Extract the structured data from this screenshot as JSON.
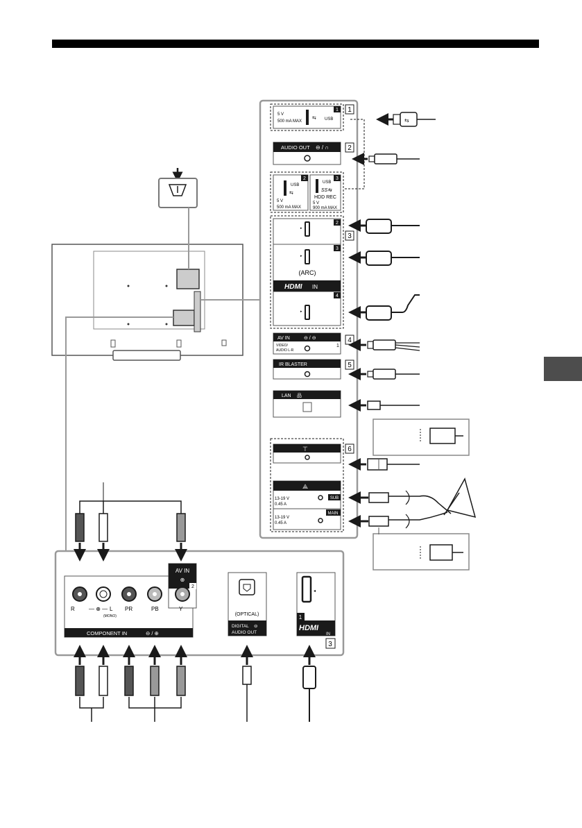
{
  "panel": {
    "usb1": {
      "num": "1",
      "voltage": "5 V",
      "current": "500 mA MAX",
      "name": "USB"
    },
    "audio_out": {
      "label": "AUDIO OUT"
    },
    "usb2": {
      "num": "2",
      "name": "USB",
      "voltage": "5 V",
      "current": "500 mA MAX"
    },
    "usb3": {
      "num": "3",
      "name": "USB",
      "sub": "HDD REC",
      "voltage": "5 V",
      "current": "900 mA MAX"
    },
    "hdmi_top": {
      "num2": "2",
      "num3": "3",
      "arc": "(ARC)",
      "brand": "HDMI",
      "in": "IN",
      "num4": "4"
    },
    "av_in1": {
      "label": "AV IN",
      "sub1": "VIDEO/",
      "sub2": "AUDIO L-R",
      "num": "1"
    },
    "ir_blaster": {
      "label": "IR BLASTER"
    },
    "lan": {
      "label": "LAN"
    },
    "sat_sub": {
      "voltage": "13-19 V",
      "current": "0.45 A",
      "tag": "SUB"
    },
    "sat_main": {
      "voltage": "13-19 V",
      "current": "0.45 A",
      "tag": "MAIN"
    },
    "group_nums": [
      "1",
      "2",
      "3",
      "4",
      "5",
      "6"
    ]
  },
  "bottom": {
    "av_in2": {
      "label": "AV IN",
      "num": "2"
    },
    "jacks": {
      "r": "R",
      "l": "L",
      "mono": "(MONO)",
      "pr": "PR",
      "pb": "PB",
      "y": "Y"
    },
    "component_in": "COMPONENT IN",
    "optical": "(OPTICAL)",
    "digital": "DIGITAL",
    "audio_out": "AUDIO OUT",
    "hdmi_num": "1",
    "hdmi_brand": "HDMI",
    "hdmi_in": "IN",
    "group_num": "3"
  },
  "colors": {
    "ink": "#1a1a1a",
    "panel_border": "#999999",
    "side_tab": "#4d4d4d"
  },
  "icons": [
    "usb-icon",
    "headphone-icon",
    "ss-usb-icon",
    "hdmi-plug-icon",
    "lan-icon",
    "antenna-icon",
    "satellite-dish-icon",
    "arrow-icon"
  ]
}
